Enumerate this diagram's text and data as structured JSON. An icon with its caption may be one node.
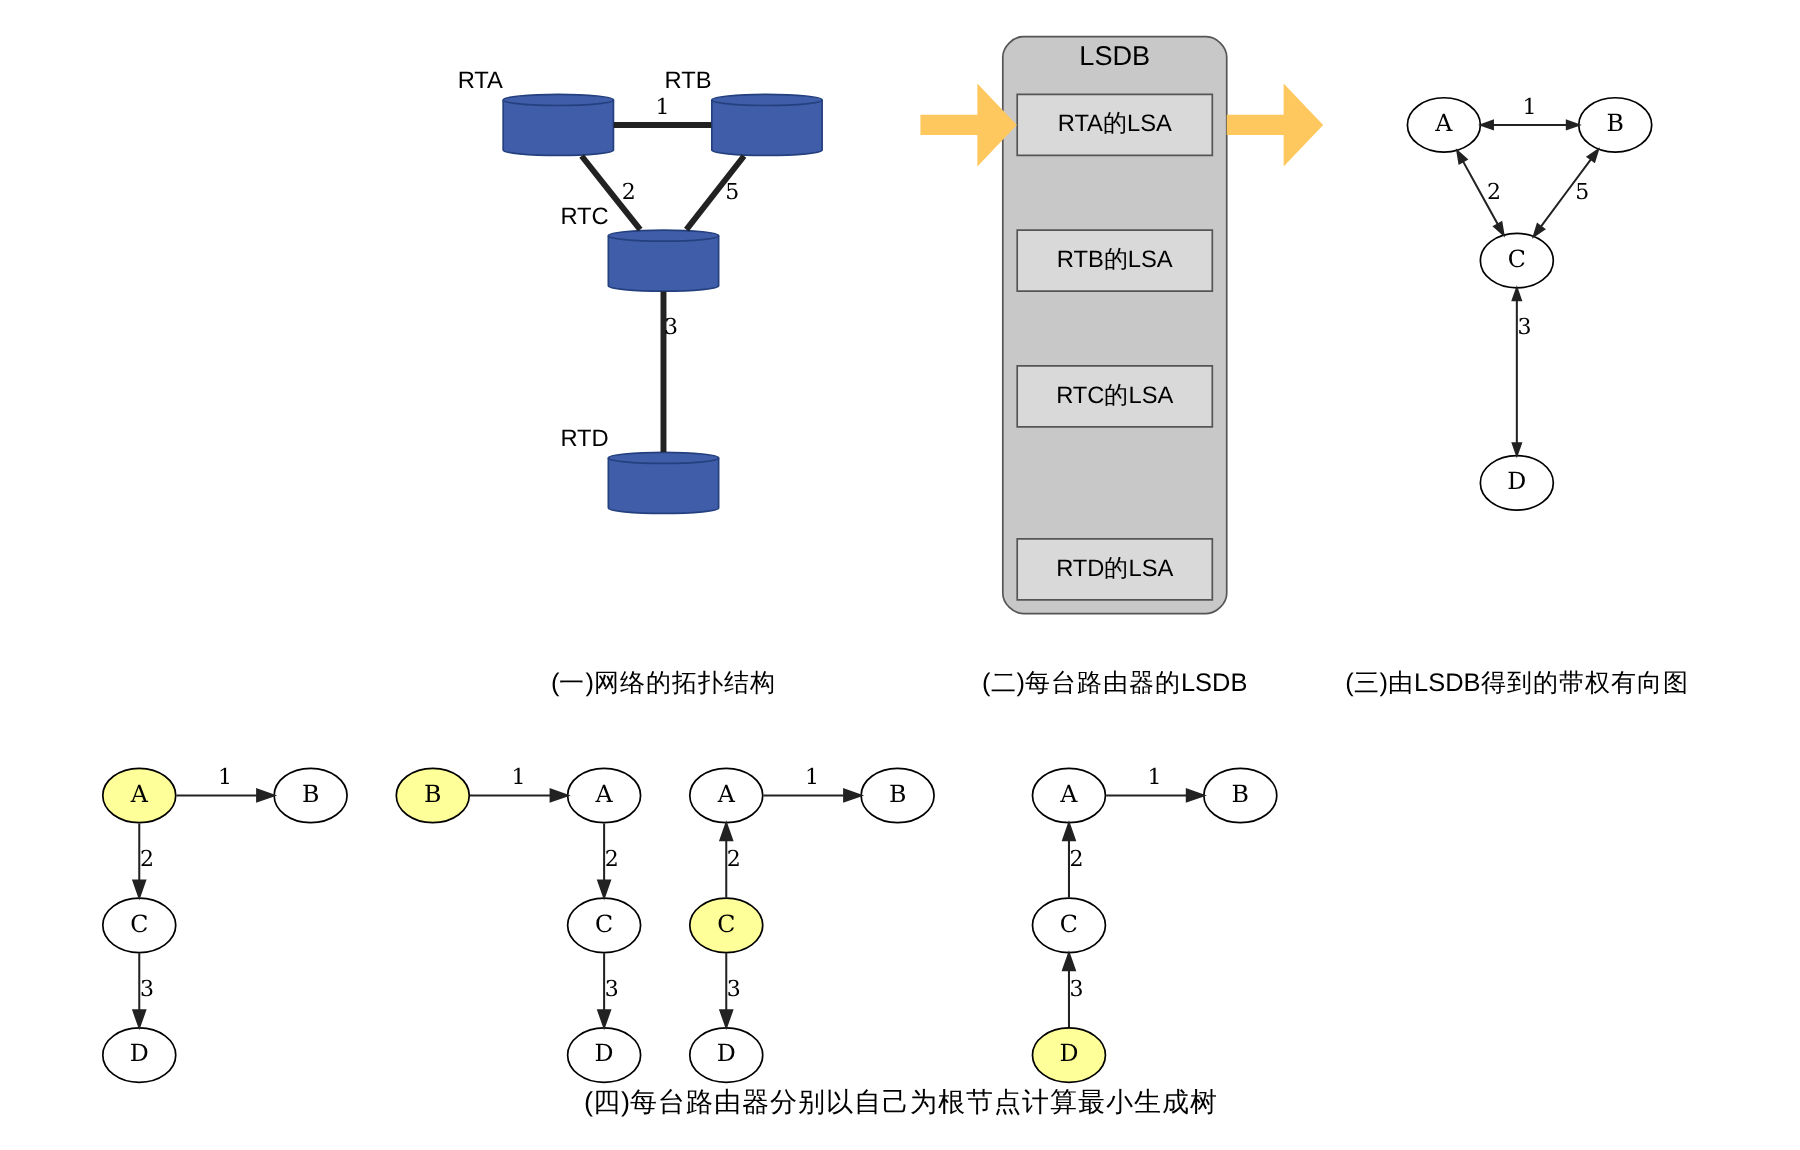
{
  "diagram": {
    "caption": "(四)每台路由器分别以自己为根节点计算最小生成树",
    "nodes": [
      {
        "text": [],
        "shape": "cylinder",
        "beside": [
          "RTA"
        ]
      },
      {
        "text": [],
        "shape": "cylinder",
        "beside": [
          "RTB"
        ]
      },
      {
        "text": [],
        "shape": "cylinder",
        "beside": [
          "RTC"
        ]
      },
      {
        "text": [],
        "shape": "cylinder",
        "beside": [
          "RTD"
        ]
      },
      {
        "text": [
          "LSDB"
        ]
      },
      {
        "text": [
          "RTA的LSA"
        ],
        "in": 4
      },
      {
        "text": [
          "RTB的LSA"
        ],
        "in": 4
      },
      {
        "text": [
          "RTC的LSA"
        ],
        "in": 4
      },
      {
        "text": [
          "RTD的LSA"
        ],
        "in": 4
      },
      {
        "text": [
          "A"
        ]
      },
      {
        "text": [
          "B"
        ]
      },
      {
        "text": [
          "C"
        ]
      },
      {
        "text": [
          "D"
        ]
      },
      {
        "text": [
          "A"
        ]
      },
      {
        "text": [
          "B"
        ]
      },
      {
        "text": [
          "C"
        ]
      },
      {
        "text": [
          "D"
        ]
      },
      {
        "text": [
          "A"
        ]
      },
      {
        "text": [
          "B"
        ]
      },
      {
        "text": [
          "C"
        ]
      },
      {
        "text": [
          "D"
        ]
      },
      {
        "text": [
          "A"
        ]
      },
      {
        "text": [
          "B"
        ]
      },
      {
        "text": [
          "C"
        ]
      },
      {
        "text": [
          "D"
        ]
      },
      {
        "text": [
          "A"
        ]
      },
      {
        "text": [
          "B"
        ]
      },
      {
        "text": [
          "C"
        ]
      },
      {
        "text": [
          "D"
        ]
      }
    ],
    "edges": [
      {
        "from": 0,
        "to": 1,
        "arrow": "none",
        "label": "1",
        "style": "thick"
      },
      {
        "from": 0,
        "to": 2,
        "arrow": "none",
        "label": "2",
        "style": "thick"
      },
      {
        "from": 1,
        "to": 2,
        "arrow": "none",
        "label": "5",
        "style": "thick"
      },
      {
        "from": 2,
        "to": 3,
        "arrow": "none",
        "label": "3",
        "style": "thick"
      },
      {
        "from": null,
        "to": 4,
        "arrow": "to",
        "style": "thick",
        "color": "#ffc85f"
      },
      {
        "from": 4,
        "to": null,
        "arrow": "to",
        "style": "thick",
        "color": "#ffc85f"
      },
      {
        "from": 9,
        "to": 10,
        "arrow": "both",
        "label": "1"
      },
      {
        "from": 9,
        "to": 11,
        "arrow": "both",
        "label": "2"
      },
      {
        "from": 10,
        "to": 11,
        "arrow": "both",
        "label": "5"
      },
      {
        "from": 11,
        "to": 12,
        "arrow": "both",
        "label": "3"
      },
      {
        "from": 13,
        "to": 14,
        "arrow": "to",
        "label": "1"
      },
      {
        "from": 13,
        "to": 15,
        "arrow": "to",
        "label": "2"
      },
      {
        "from": 15,
        "to": 16,
        "arrow": "to",
        "label": "3"
      },
      {
        "from": 18,
        "to": 17,
        "arrow": "to",
        "label": "1"
      },
      {
        "from": 17,
        "to": 19,
        "arrow": "to",
        "label": "2"
      },
      {
        "from": 19,
        "to": 20,
        "arrow": "to",
        "label": "3"
      },
      {
        "from": 21,
        "to": 22,
        "arrow": "to",
        "label": "1"
      },
      {
        "from": 23,
        "to": 21,
        "arrow": "to",
        "label": "2"
      },
      {
        "from": 23,
        "to": 24,
        "arrow": "to",
        "label": "3"
      },
      {
        "from": 25,
        "to": 26,
        "arrow": "to",
        "label": "1"
      },
      {
        "from": 27,
        "to": 25,
        "arrow": "to",
        "label": "2"
      },
      {
        "from": 28,
        "to": 27,
        "arrow": "to",
        "label": "3"
      }
    ],
    "labels": [
      "(一)网络的拓扑结构",
      "(二)每台路由器的LSDB",
      "(三)由LSDB得到的带权有向图"
    ]
  }
}
